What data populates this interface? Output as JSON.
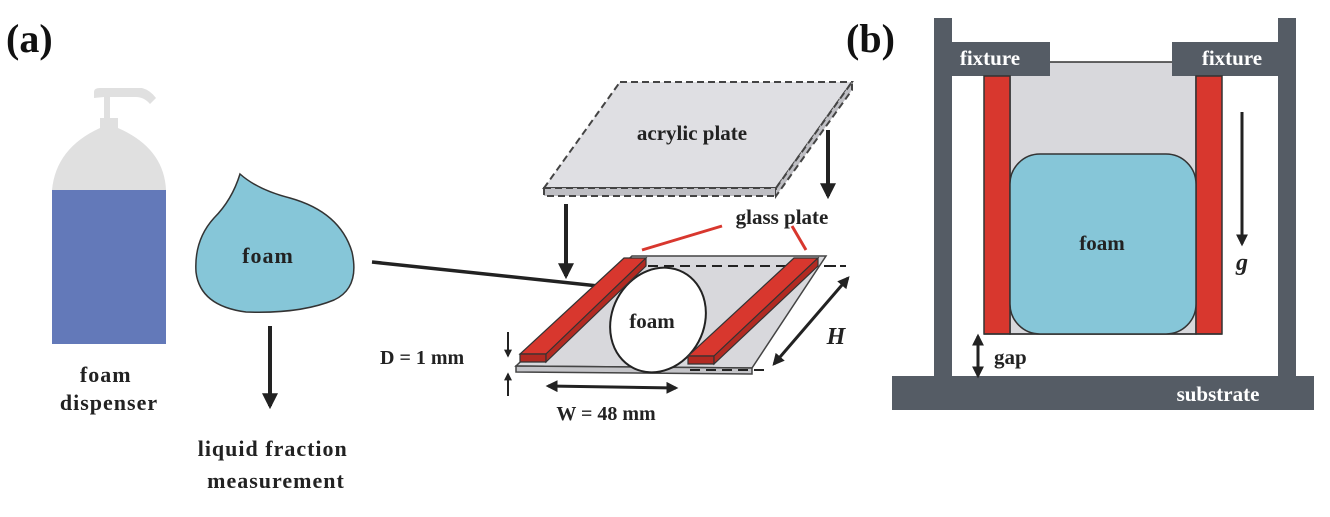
{
  "panel_a": {
    "label": "(a)",
    "dispenser_label_line1": "foam",
    "dispenser_label_line2": "dispenser",
    "foam_blob_label": "foam",
    "measurement_line1": "liquid fraction",
    "measurement_line2": "measurement",
    "acrylic_label": "acrylic plate",
    "glass_label": "glass plate",
    "cell_foam_label": "foam",
    "d_label": "D = 1 mm",
    "w_label": "W = 48 mm",
    "h_label": "H"
  },
  "panel_b": {
    "label": "(b)",
    "fixture_left": "fixture",
    "fixture_right": "fixture",
    "foam_label": "foam",
    "gravity_label": "g",
    "gap_label": "gap",
    "substrate_label": "substrate"
  },
  "colors": {
    "dispenser_body": "#6379b9",
    "dispenser_cap": "#e1e1e1",
    "foam": "#86c6d8",
    "red_spacer": "#d8372e",
    "plate_gray": "#d8d8dc",
    "frame_dark": "#555c65",
    "arrow": "#222222"
  }
}
